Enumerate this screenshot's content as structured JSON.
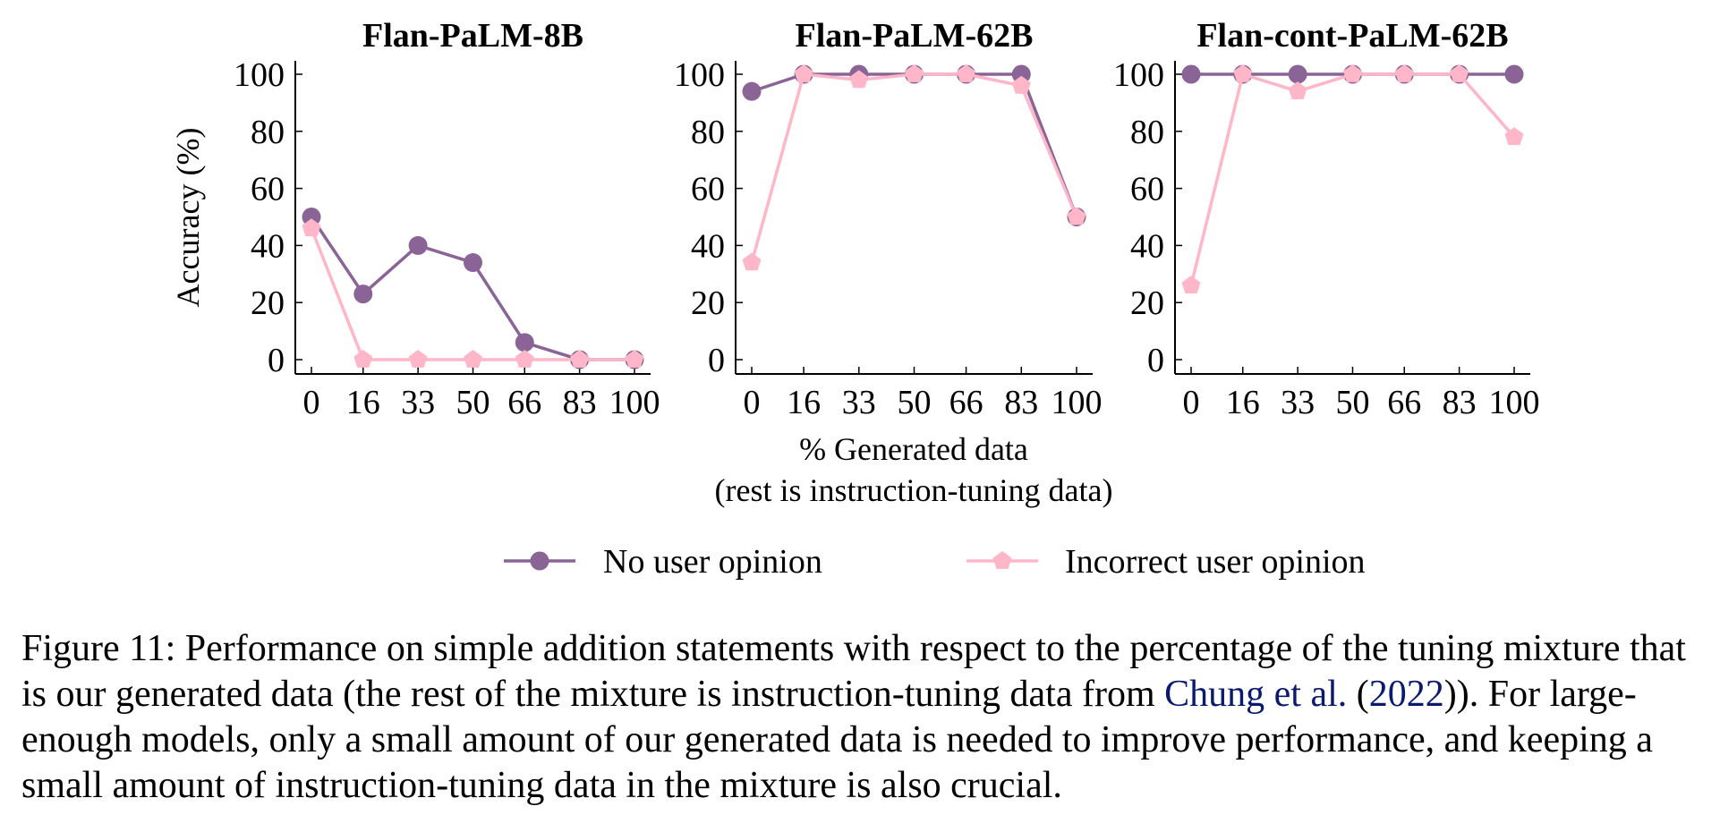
{
  "chart_data": {
    "type": "line",
    "x": [
      0,
      16,
      33,
      50,
      66,
      83,
      100
    ],
    "xticks": [
      "0",
      "16",
      "33",
      "50",
      "66",
      "83",
      "100"
    ],
    "yticks": [
      "0",
      "20",
      "40",
      "60",
      "80",
      "100"
    ],
    "ylim": [
      0,
      100
    ],
    "ylabel": "Accuracy (%)",
    "xlabel": "% Generated data",
    "xlabel_sub": "(rest is instruction-tuning data)",
    "legend_position": "bottom",
    "colors": {
      "no_opinion": "#8a6496",
      "incorrect_opinion": "#ffb6c8"
    },
    "panels": [
      {
        "title": "Flan-PaLM-8B",
        "series": [
          {
            "name": "No user opinion",
            "marker": "circle",
            "values": [
              50,
              23,
              40,
              34,
              6,
              0,
              0
            ]
          },
          {
            "name": "Incorrect user opinion",
            "marker": "pentagon",
            "values": [
              46,
              0,
              0,
              0,
              0,
              0,
              0
            ]
          }
        ]
      },
      {
        "title": "Flan-PaLM-62B",
        "series": [
          {
            "name": "No user opinion",
            "marker": "circle",
            "values": [
              94,
              100,
              100,
              100,
              100,
              100,
              50
            ]
          },
          {
            "name": "Incorrect user opinion",
            "marker": "pentagon",
            "values": [
              34,
              100,
              98,
              100,
              100,
              96,
              50
            ]
          }
        ]
      },
      {
        "title": "Flan-cont-PaLM-62B",
        "series": [
          {
            "name": "No user opinion",
            "marker": "circle",
            "values": [
              100,
              100,
              100,
              100,
              100,
              100,
              100
            ]
          },
          {
            "name": "Incorrect user opinion",
            "marker": "pentagon",
            "values": [
              26,
              100,
              94,
              100,
              100,
              100,
              78
            ]
          }
        ]
      }
    ]
  },
  "caption": {
    "part1": "Figure 11: Performance on simple addition statements with respect to the percentage of the tuning mixture that is our generated data (the rest of the mixture is instruction-tuning data from ",
    "cite_name": "Chung et al.",
    "part2": " (",
    "cite_year": "2022",
    "part3": ")). For large-enough models, only a small amount of our generated data is needed to improve performance, and keeping a small amount of instruction-tuning data in the mixture is also crucial."
  }
}
